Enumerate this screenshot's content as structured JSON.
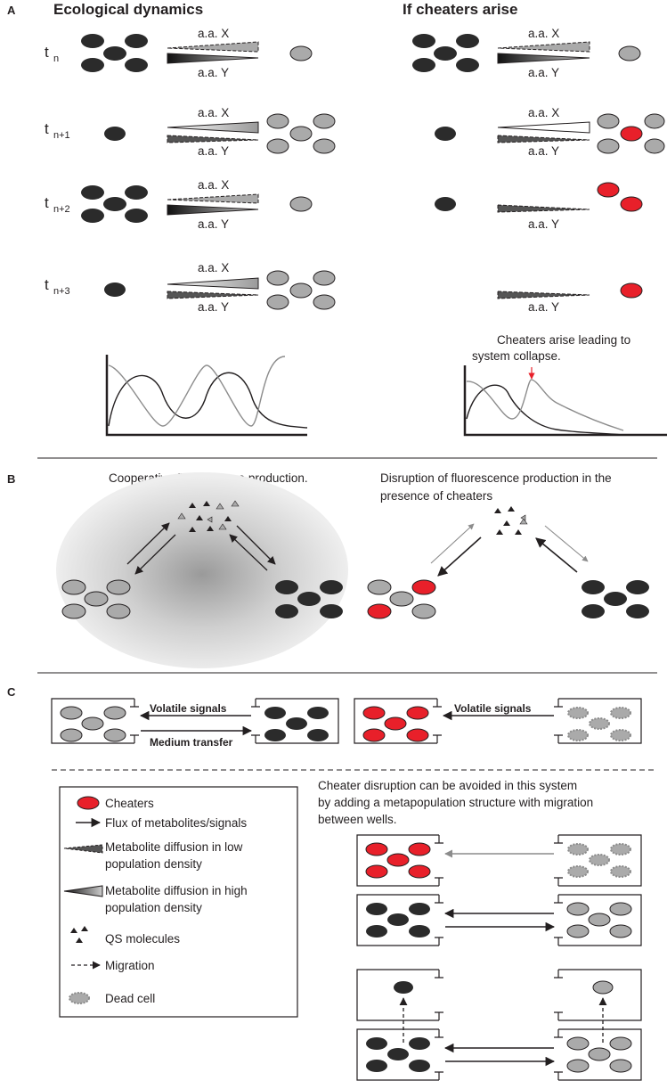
{
  "panel_a": {
    "label": "A",
    "title_left": "Ecological dynamics",
    "title_right": "If cheaters arise",
    "time_base": "t",
    "time_subs": [
      "n",
      "n+1",
      "n+2",
      "n+3"
    ],
    "aa_x": "a.a. X",
    "aa_y": "a.a. Y",
    "collapse_note": [
      "Cheaters arise leading to",
      "system collapse."
    ]
  },
  "panel_b": {
    "label": "B",
    "left_caption": "Cooperative fluorescence production.",
    "right_caption": [
      "Disruption of fluorescence production in the",
      "presence of cheaters"
    ]
  },
  "panel_c": {
    "label": "C",
    "volatile_signals": "Volatile signals",
    "medium_transfer": "Medium transfer",
    "legend": {
      "cheaters": "Cheaters",
      "flux": "Flux of metabolites/signals",
      "low_density": [
        "Metabolite diffusion in low",
        "population density"
      ],
      "high_density": [
        "Metabolite diffusion in high",
        "population density"
      ],
      "qs": "QS molecules",
      "migration": "Migration",
      "dead": "Dead cell"
    },
    "note": [
      "Cheater disruption can be avoided in this system",
      "by adding a metapopulation structure with migration",
      "between wells."
    ]
  },
  "colors": {
    "dark_cell": "#2b2b2b",
    "light_cell": "#aaaaaa",
    "cheater": "#e8202a",
    "line": "#231f20",
    "arrow_gray": "#8c8c8c"
  }
}
